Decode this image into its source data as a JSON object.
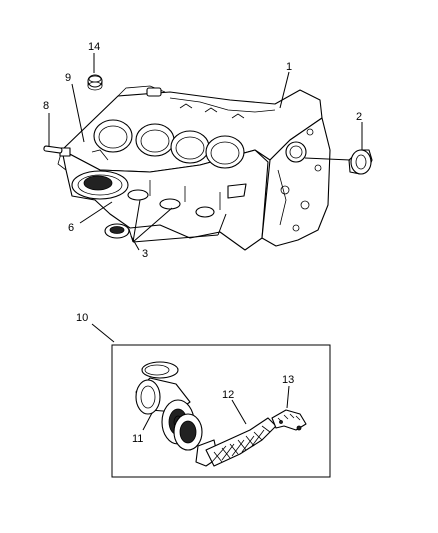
{
  "callouts": {
    "c1": "1",
    "c2": "2",
    "c3": "3",
    "c6": "6",
    "c8": "8",
    "c9": "9",
    "c10": "10",
    "c11": "11",
    "c12": "12",
    "c13": "13",
    "c14": "14"
  }
}
